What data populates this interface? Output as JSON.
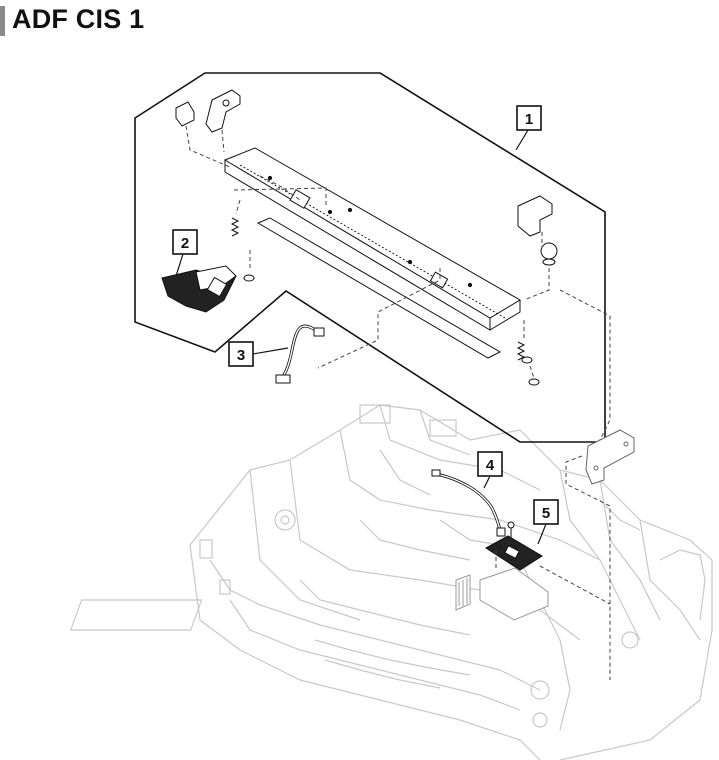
{
  "title": "ADF CIS 1",
  "callouts": [
    {
      "id": "callout-1",
      "label": "1"
    },
    {
      "id": "callout-2",
      "label": "2"
    },
    {
      "id": "callout-3",
      "label": "3"
    },
    {
      "id": "callout-4",
      "label": "4"
    },
    {
      "id": "callout-5",
      "label": "5"
    }
  ],
  "colors": {
    "ink": "#111111",
    "frame_line": "#c8c8c8",
    "title_bar": "#8a8a8a"
  }
}
